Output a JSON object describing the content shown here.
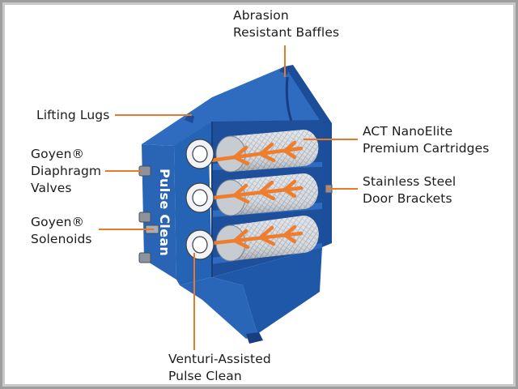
{
  "labels": {
    "abrasion_line1": "Abrasion",
    "abrasion_line2": "Resistant Baffles",
    "lifting_lugs": "Lifting Lugs",
    "diaphragm_line1": "Goyen®",
    "diaphragm_line2": "Diaphragm",
    "diaphragm_line3": "Valves",
    "solenoids_line1": "Goyen®",
    "solenoids_line2": "Solenoids",
    "cartridges_line1": "ACT NanoElite",
    "cartridges_line2": "Premium Cartridges",
    "brackets_line1": "Stainless Steel",
    "brackets_line2": "Door Brackets",
    "venturi_line1": "Venturi-Assisted",
    "venturi_line2": "Pulse Clean",
    "pulse_clean": "Pulse Clean"
  },
  "colors": {
    "housing_blue": "#2563b5",
    "housing_dark": "#1a4a92",
    "housing_light": "#3a78c8",
    "leader_orange": "#e8782a",
    "text": "#1c1c1c"
  },
  "icons": [
    "lifting-lug-icon",
    "diaphragm-valve-icon",
    "solenoid-icon",
    "cartridge-icon",
    "venturi-ring-icon",
    "pulse-arrow-icon"
  ]
}
